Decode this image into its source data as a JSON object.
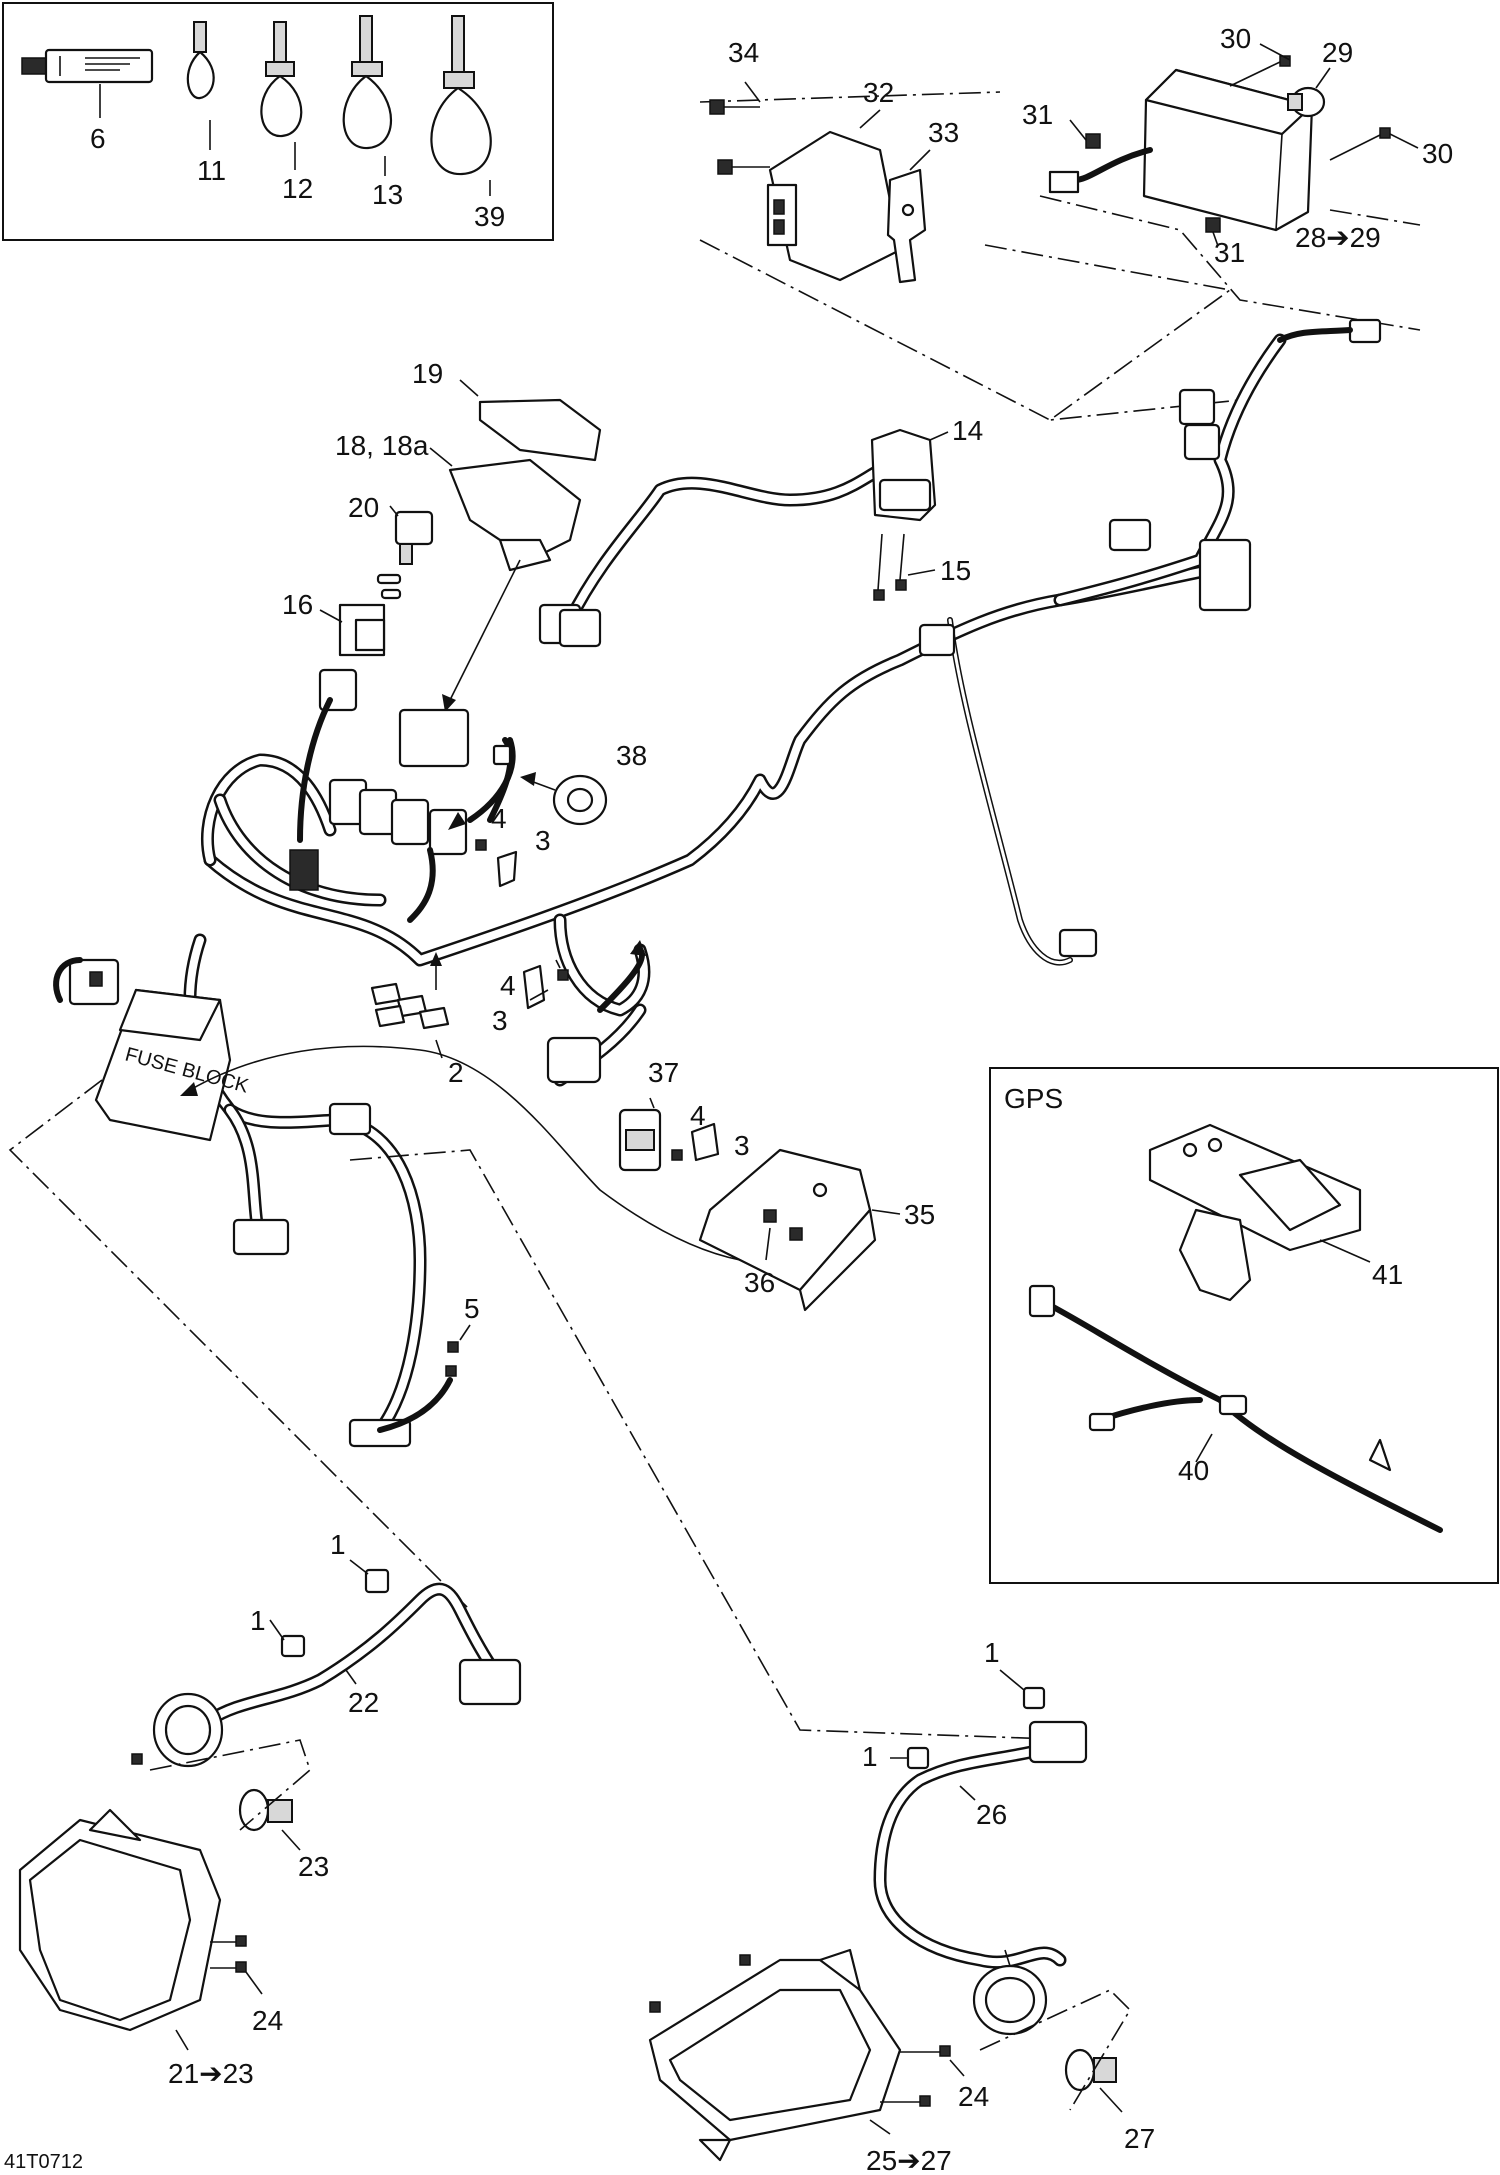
{
  "drawing_code": "41T0712",
  "kit_box": {
    "labels": {
      "tube": "6",
      "tie_11": "11",
      "tie_12": "12",
      "tie_13": "13",
      "tie_39": "39"
    }
  },
  "gps_box": {
    "title": "GPS",
    "labels": {
      "gps_unit": "41",
      "gps_cable": "40"
    }
  },
  "callouts": {
    "c34": "34",
    "c32": "32",
    "c33": "33",
    "c30a": "30",
    "c29": "29",
    "c31a": "31",
    "c30b": "30",
    "c31b": "31",
    "c28_29": "28➔29",
    "c19": "19",
    "c18": "18, 18a",
    "c20": "20",
    "c16": "16",
    "c14": "14",
    "c15": "15",
    "c38": "38",
    "c4a": "4",
    "c3a": "3",
    "c2": "2",
    "c4b": "4",
    "c3b": "3",
    "c37": "37",
    "c4c": "4",
    "c3c": "3",
    "c35": "35",
    "c36": "36",
    "c5": "5",
    "c1a": "1",
    "c1b": "1",
    "c22": "22",
    "c23": "23",
    "c24a": "24",
    "c21_23": "21➔23",
    "c1c": "1",
    "c1d": "1",
    "c26": "26",
    "c24b": "24",
    "c27": "27",
    "c25_27": "25➔27"
  },
  "fuse_box_label": "FUSE BLOCK"
}
